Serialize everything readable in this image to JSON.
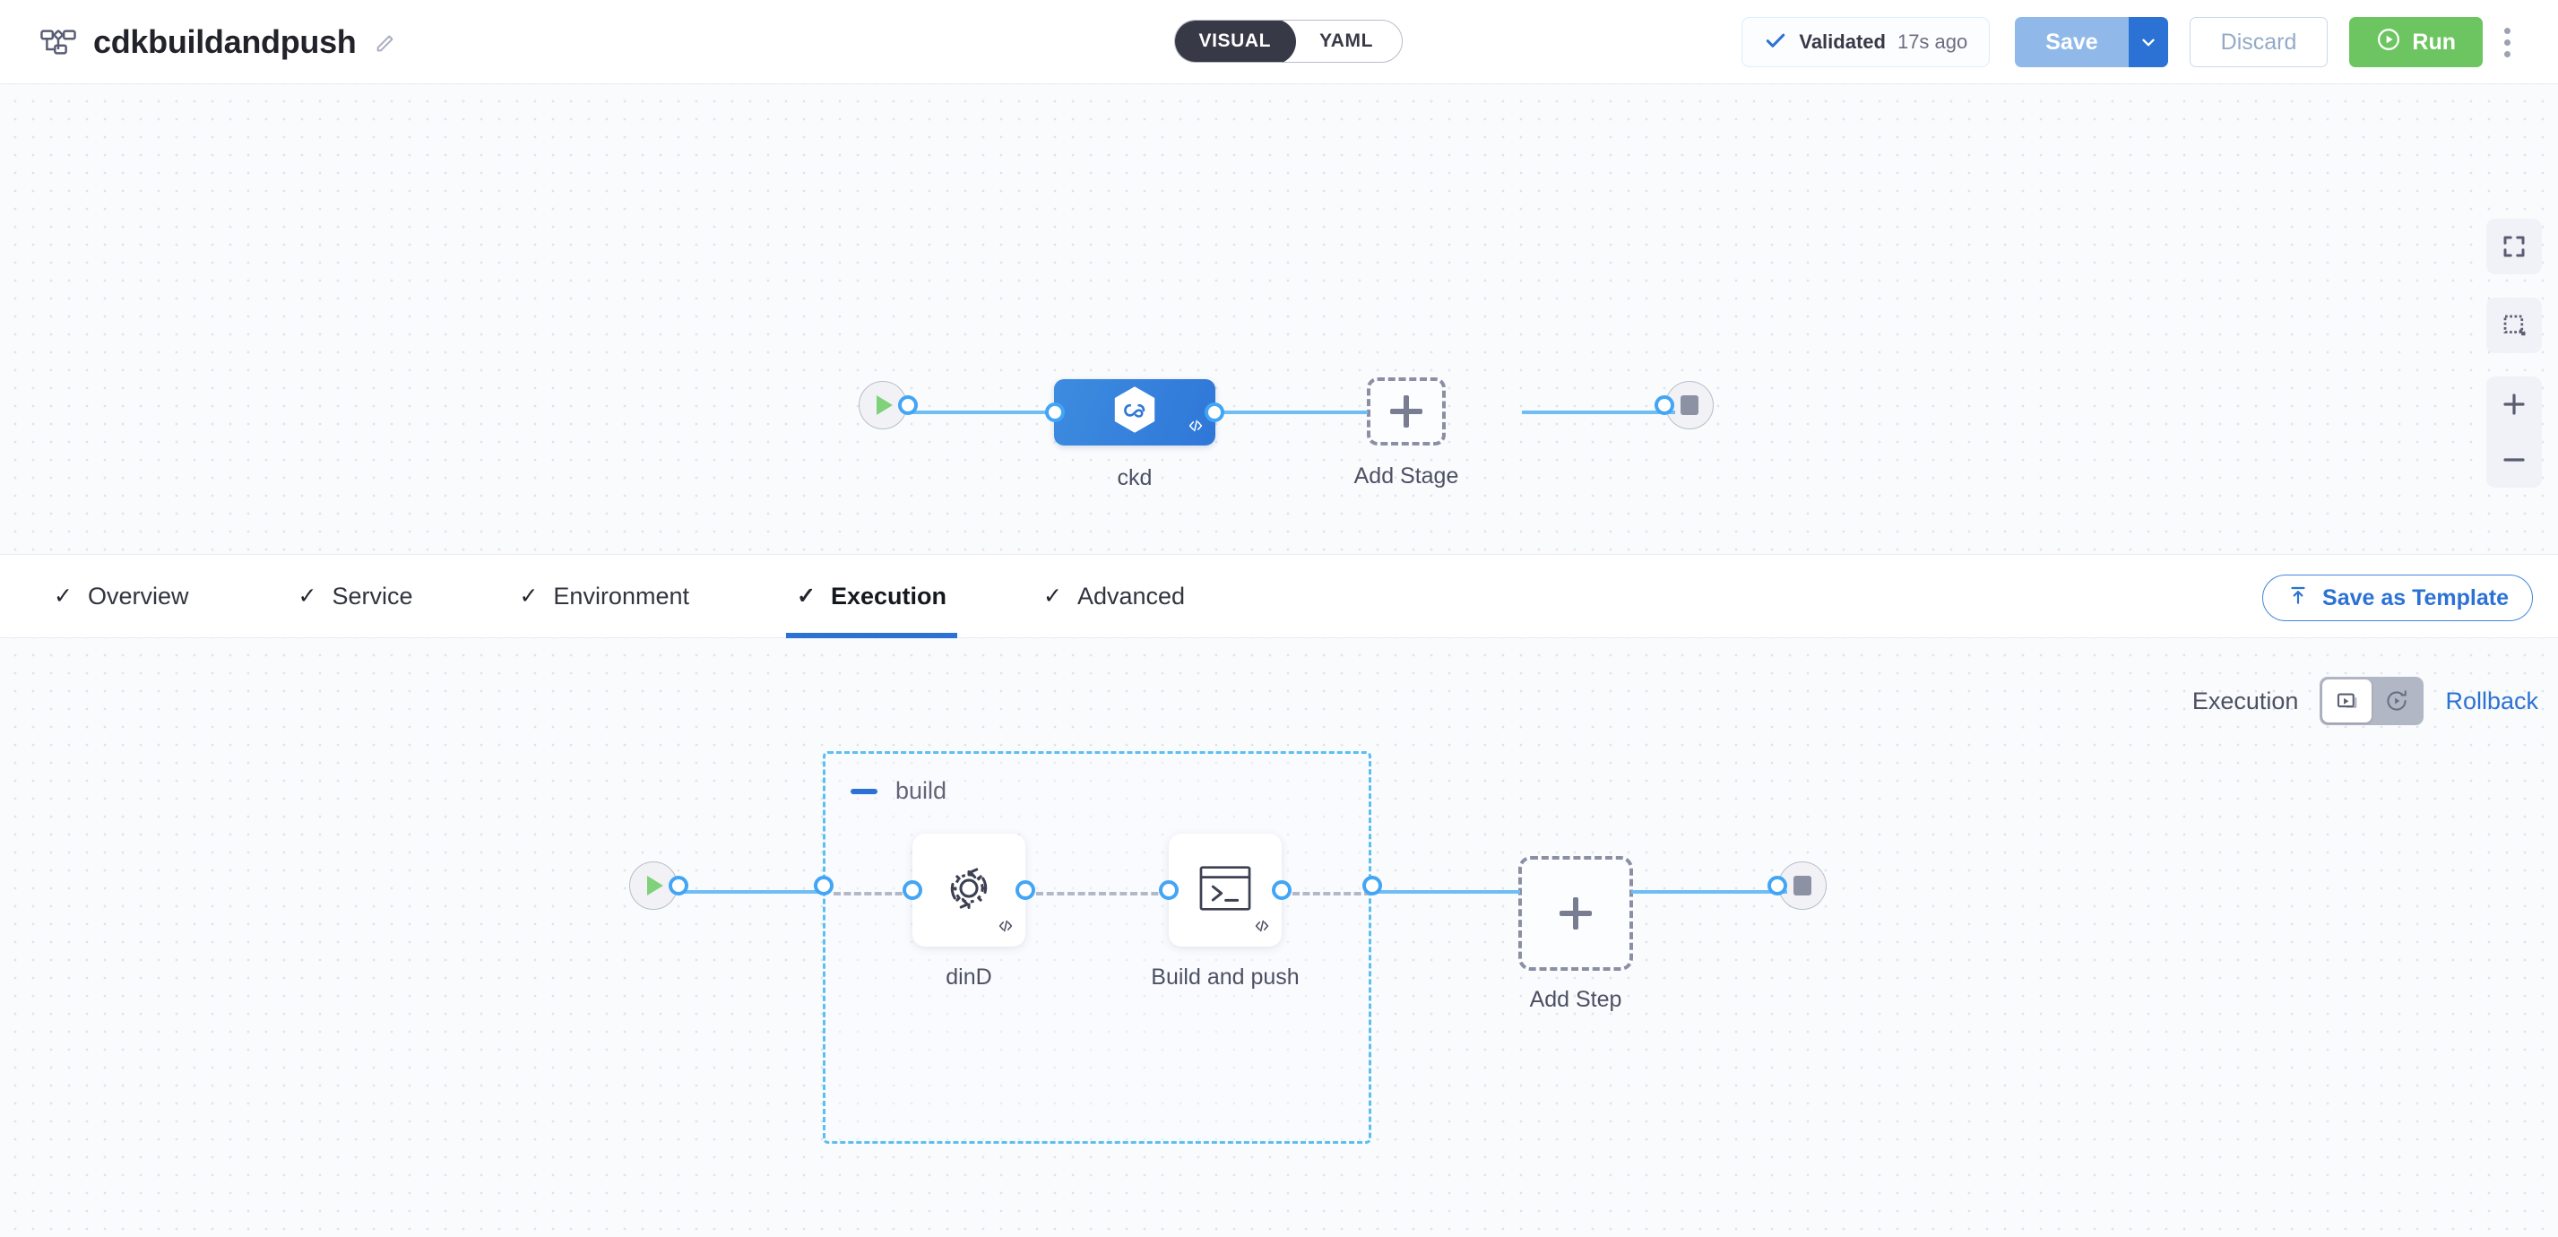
{
  "header": {
    "pipeline_icon": "pipeline-flow-icon",
    "title": "cdkbuildandpush",
    "edit_icon": "pencil-edit-icon",
    "mode_toggle": {
      "visual": "VISUAL",
      "yaml": "YAML",
      "selected": "VISUAL"
    },
    "validated": {
      "icon": "check-icon",
      "label": "Validated",
      "time": "17s ago"
    },
    "save_label": "Save",
    "save_caret_icon": "chevron-down-icon",
    "discard_label": "Discard",
    "run_label": "Run",
    "run_icon": "play-circle-icon",
    "kebab_icon": "more-vertical-icon"
  },
  "canvas_tools": [
    {
      "name": "fit-to-screen-button",
      "icon": "expand-icon"
    },
    {
      "name": "selection-box-button",
      "icon": "marquee-select-icon"
    },
    {
      "name": "zoom-in-button",
      "icon": "plus-icon"
    },
    {
      "name": "zoom-out-button",
      "icon": "minus-icon"
    }
  ],
  "stage_graph": {
    "start_icon": "play-icon",
    "end_icon": "stop-icon",
    "stage": {
      "label": "ckd",
      "icon": "harness-hexagon-icon",
      "badge": "code-icon",
      "selected": true
    },
    "add_stage": {
      "label": "Add Stage",
      "icon": "plus-icon"
    }
  },
  "tabs": [
    {
      "label": "Overview",
      "icon": "check-icon",
      "active": false
    },
    {
      "label": "Service",
      "icon": "check-icon",
      "active": false
    },
    {
      "label": "Environment",
      "icon": "check-icon",
      "active": false
    },
    {
      "label": "Execution",
      "icon": "check-icon",
      "active": true
    },
    {
      "label": "Advanced",
      "icon": "check-icon",
      "active": false
    }
  ],
  "save_as_template": {
    "label": "Save as Template",
    "icon": "upload-template-icon"
  },
  "exec_strip": {
    "execution_label": "Execution",
    "execution_icon": "execution-play-box-icon",
    "rollback_icon": "rollback-arrow-icon",
    "rollback_label": "Rollback",
    "selected": "Execution"
  },
  "step_graph": {
    "start_icon": "play-icon",
    "end_icon": "stop-icon",
    "group": {
      "title": "build",
      "collapse_icon": "minus-icon"
    },
    "steps": [
      {
        "label": "dinD",
        "icon": "gear-refresh-icon",
        "badge": "code-icon"
      },
      {
        "label": "Build and push",
        "icon": "terminal-icon",
        "badge": "code-icon"
      }
    ],
    "add_step": {
      "label": "Add Step",
      "icon": "plus-icon"
    }
  },
  "colors": {
    "accent_blue": "#2c72d4",
    "edge_blue": "#6ebdf5",
    "port_blue": "#42a5f5",
    "run_green": "#6cc561",
    "group_border": "#5bc0ee",
    "canvas_bg": "#f9fbfd",
    "stage_blue": "#3d8ce0"
  }
}
